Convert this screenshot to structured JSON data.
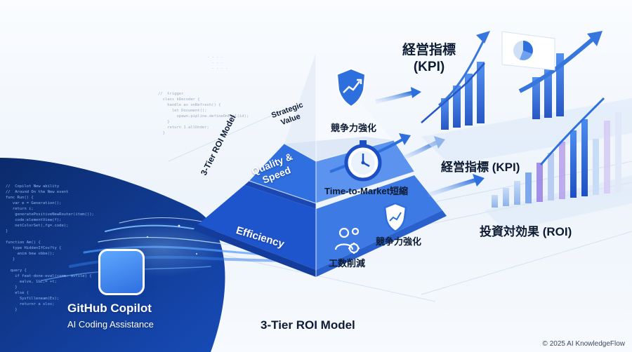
{
  "diagram": {
    "tiers": [
      {
        "label": "Strategic Value",
        "label_line1": "Strategic",
        "label_line2": "Value"
      },
      {
        "label": "Quality & Speed",
        "label_line1": "Quality &",
        "label_line2": "Speed"
      },
      {
        "label": "Efficiency"
      }
    ],
    "side_label": "3-Tier ROI Model",
    "bottom_title": "3-Tier ROI Model",
    "callouts": {
      "strategic_benefit": "競争力強化",
      "speed_benefit": "Time-to-Market短縮",
      "efficiency_benefit_1": "競争力強化",
      "efficiency_benefit_2": "工数削減"
    },
    "outcomes": {
      "kpi_top_line1": "経営指標",
      "kpi_top_line2": "(KPI)",
      "kpi_mid": "経営指標 (KPI)",
      "roi": "投資対効果 (ROI)"
    }
  },
  "copilot": {
    "title": "GitHub Copilot",
    "subtitle": "AI Coding Assistance"
  },
  "footer": {
    "copyright": "© 2025 AI KnowledgeFlow"
  },
  "icons": [
    "shield-chart-icon",
    "stopwatch-icon",
    "people-gear-icon",
    "copilot-logo-icon",
    "pie-chart-icon"
  ],
  "colors": {
    "accent": "#2d6fdc",
    "pyramid_light": "#dfe9f9",
    "pyramid_mid": "#3b7be6",
    "pyramid_dark": "#1d4fc4",
    "text_dark": "#0d1b33"
  }
}
